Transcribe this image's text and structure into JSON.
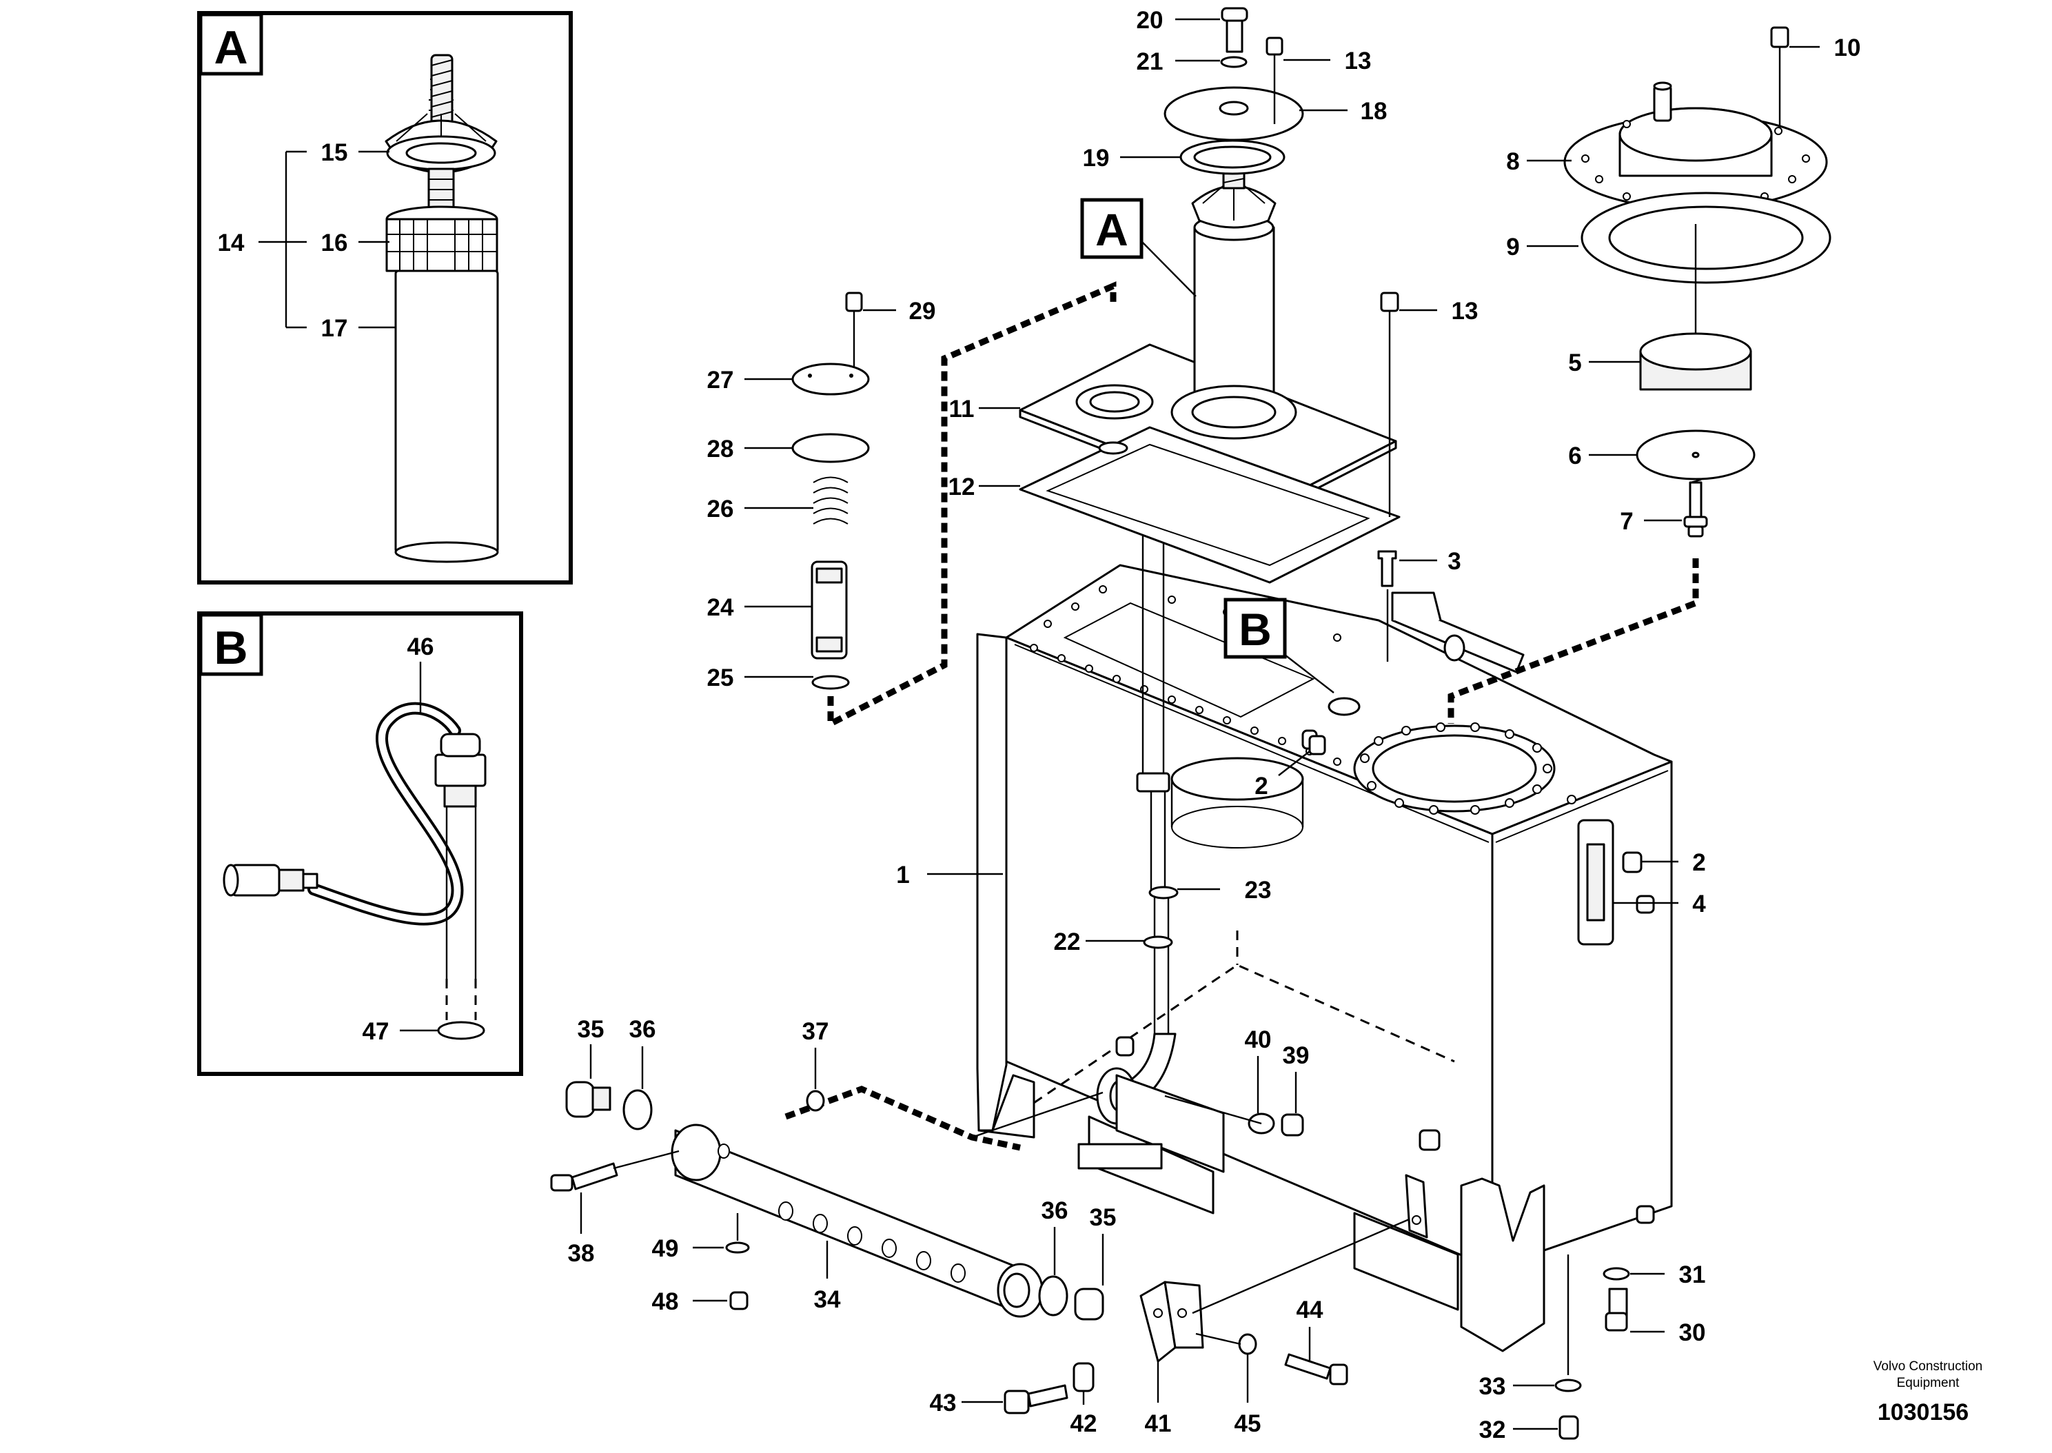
{
  "detail_views": [
    {
      "letter": "A",
      "labels": [
        "14",
        "15",
        "16",
        "17"
      ]
    },
    {
      "letter": "B",
      "labels": [
        "46",
        "47"
      ]
    }
  ],
  "callout_tags": [
    "A",
    "B"
  ],
  "part_numbers": [
    "1",
    "2",
    "3",
    "4",
    "5",
    "6",
    "7",
    "8",
    "9",
    "10",
    "11",
    "12",
    "13",
    "14",
    "15",
    "16",
    "17",
    "18",
    "19",
    "20",
    "21",
    "22",
    "23",
    "24",
    "25",
    "26",
    "27",
    "28",
    "29",
    "30",
    "31",
    "32",
    "33",
    "34",
    "35",
    "36",
    "37",
    "38",
    "39",
    "40",
    "41",
    "42",
    "43",
    "44",
    "45",
    "46",
    "47",
    "48",
    "49"
  ],
  "footer": {
    "brand_line1": "Volvo Construction",
    "brand_line2": "Equipment",
    "drawing_number": "1030156"
  }
}
